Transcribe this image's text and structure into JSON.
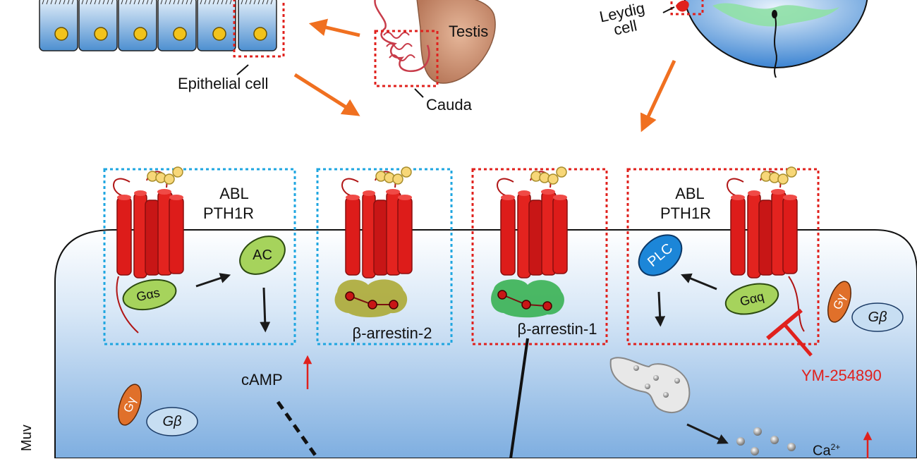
{
  "labels": {
    "testis": "Testis",
    "cauda": "Cauda",
    "epithelial_cell": "Epithelial cell",
    "leydig_line1": "Leydig",
    "leydig_line2": "cell",
    "abl1": "ABL",
    "pth1r1": "PTH1R",
    "abl2": "ABL",
    "pth1r2": "PTH1R",
    "ac": "AC",
    "gas": "Gαs",
    "gaq": "Gαq",
    "plc": "PLC",
    "barr2": "β-arrestin-2",
    "barr1": "β-arrestin-1",
    "camp": "cAMP",
    "inhibitor": "YM-254890",
    "gy": "Gγ",
    "gb": "Gβ",
    "gy2": "Gγ",
    "gb2": "Gβ",
    "calcium": "Ca",
    "calcium_sup": "2+",
    "muv": "Muv"
  },
  "colors": {
    "receptor": "#dd1c1a",
    "cyan_box": "#1fa6e0",
    "red_box": "#e0211d",
    "arrow_orange": "#f07020",
    "ac_green": "#a6d35c",
    "plc_blue": "#1c86d8",
    "gy_orange": "#e0702a",
    "gb_blue": "#c7def2",
    "barr2_olive": "#a9a62a",
    "barr1_green": "#2fae4a"
  }
}
